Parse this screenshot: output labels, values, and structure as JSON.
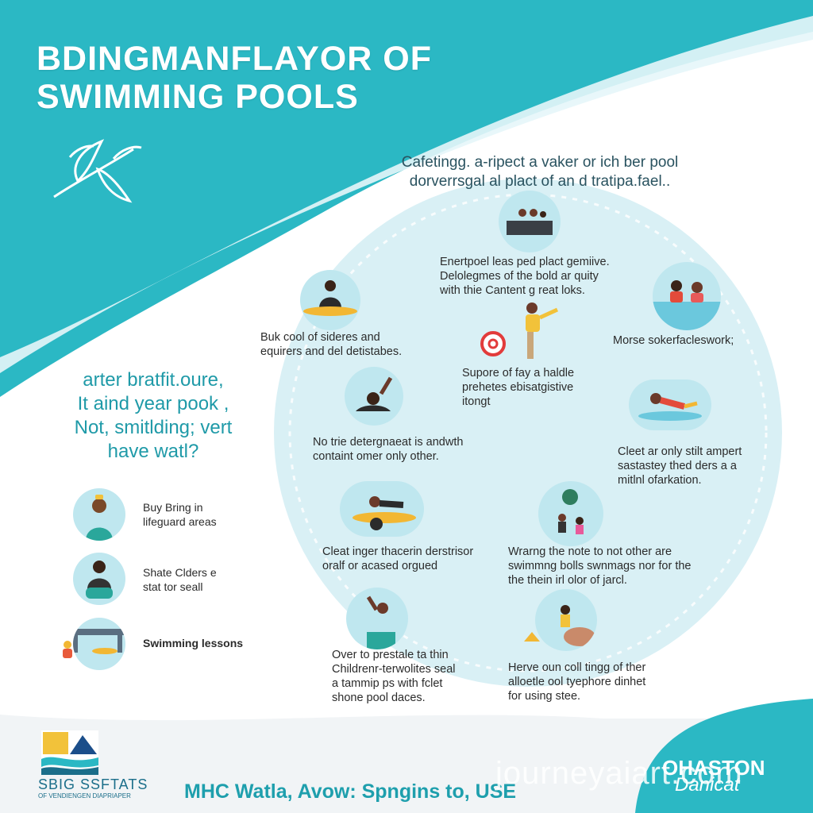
{
  "colors": {
    "teal": "#2bb8c4",
    "teal_dark": "#1f9aa8",
    "pale": "#d7eff4",
    "text": "#2b2b2b"
  },
  "header": {
    "title_line1": "BDINGMANFLAYOR OF",
    "title_line2": "SWIMMING POOLS",
    "logo_icon": "leaf-sprig-icon"
  },
  "intro": {
    "line1": "Cafetingg. a-ripect a vaker or ich ber pool",
    "line2": "dorverrsgal al plact of an d tratipa.fael.."
  },
  "question": {
    "line1": "arter bratfit.oure,",
    "line2": "It aind year pook ,",
    "line3": "Not, smitlding; vert",
    "line4": "have watl?"
  },
  "left_list": [
    {
      "line1": "Buy Bring in",
      "line2": "lifeguard areas",
      "icon": "lifeguard-icon"
    },
    {
      "line1": "Shate Clders e",
      "line2": "stat tor seall",
      "icon": "child-sitting-icon"
    },
    {
      "line1": "Swimming lessons",
      "line2": "",
      "icon": "pool-shelter-icon"
    }
  ],
  "circle_items": {
    "top": {
      "line1": "Enertpoel leas ped plact gemiive.",
      "line2": "Delolegmes of the bold ar quity",
      "line3": "with thie Cantent g reat loks."
    },
    "left_upper": {
      "line1": "Buk cool of sideres and",
      "line2": "equirers and del detistabes."
    },
    "right_upper": {
      "line1": "Morse sokerfacleswork;"
    },
    "center": {
      "line1": "Supore of fay a haldle",
      "line2": "prehetes ebisatgistive",
      "line3": "itongt"
    },
    "left_mid": {
      "line1": "No trie detergnaeat is andwth",
      "line2": "containt omer only other."
    },
    "right_mid": {
      "line1": "Cleet ar only stilt ampert",
      "line2": "sastastey thed ders a a",
      "line3": "mitlnl ofarkation."
    },
    "left_lower": {
      "line1": "Cleat inger thacerin derstrisor",
      "line2": "oralf or acased orgued"
    },
    "right_lower": {
      "line1": "Wrarng the note to not other are",
      "line2": "swimmng bolls swnmags nor for the",
      "line3": "the thein irl olor of jarcl."
    },
    "bottom_left": {
      "line1": "Over to prestale ta thin",
      "line2": "Childrenr-terwolites seal",
      "line3": "a tammip ps with fclet",
      "line4": "shone pool daces."
    },
    "bottom_right": {
      "line1": "Herve oun coll tingg of ther",
      "line2": "alloetle ool tyephore dinhet",
      "line3": "for using stee."
    }
  },
  "footer": {
    "logo_text": "SBIG SSFTATS",
    "logo_sub": "OF VENDIENGEN DIAPRIAPER",
    "slogan": "MHC Watla, Avow: Spngins to, USE",
    "watermark": "journeyaiart.com",
    "brand": "OHASTON",
    "brand_script": "Danicat"
  }
}
